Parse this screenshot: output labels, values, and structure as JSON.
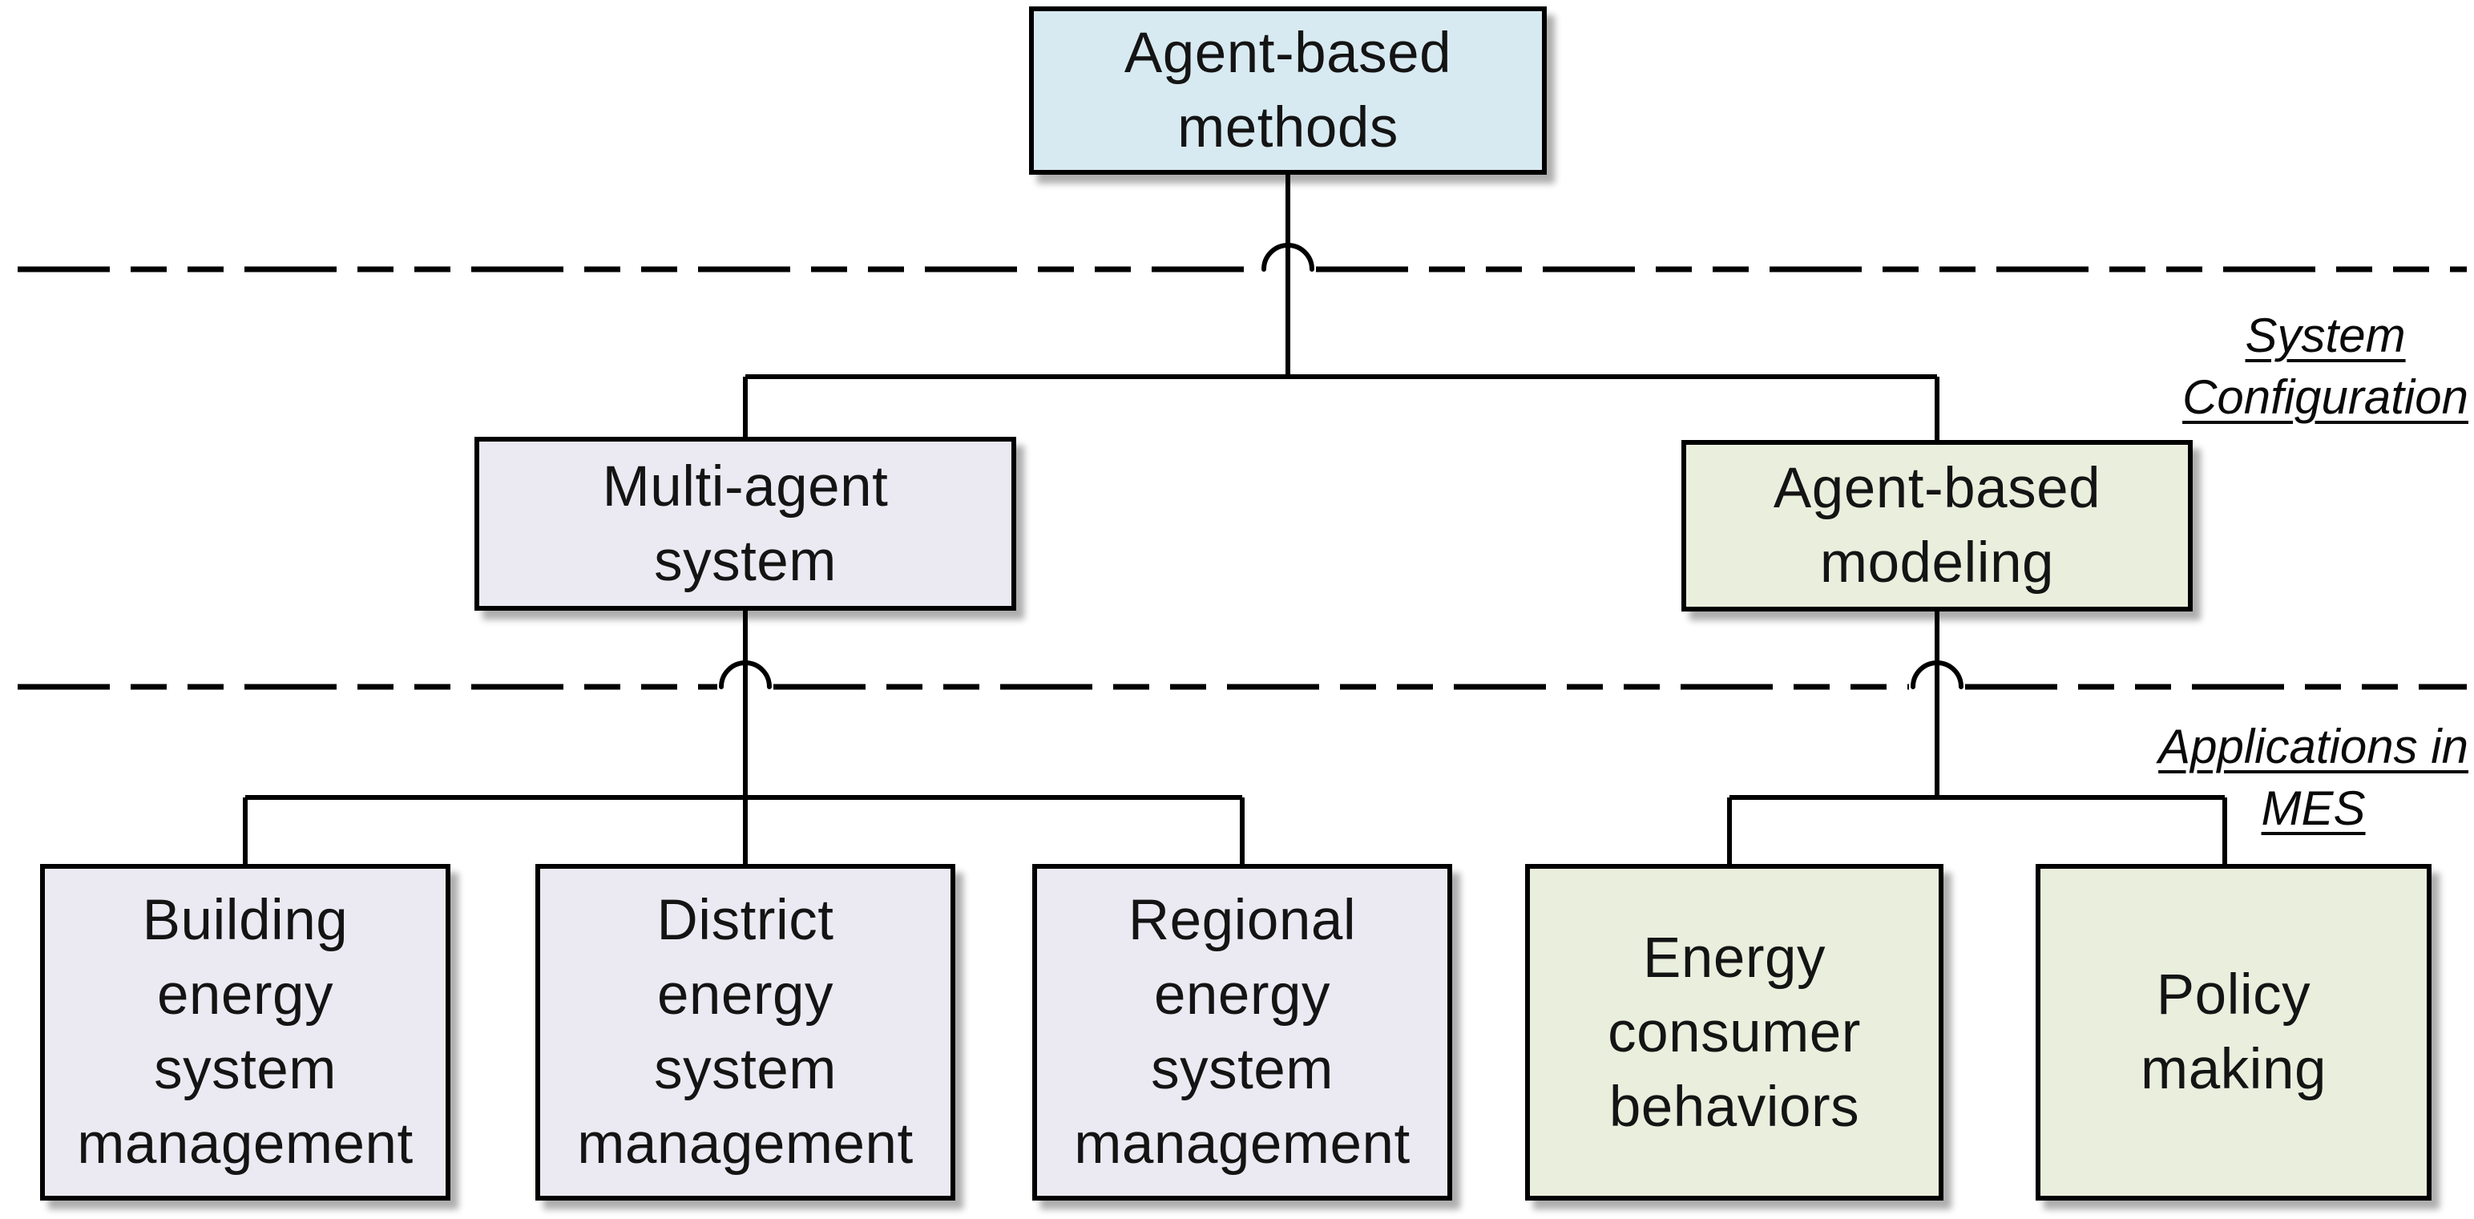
{
  "diagram": {
    "title_box": {
      "label": "Agent-based methods",
      "lines": [
        "Agent-based",
        "methods"
      ],
      "fill": "#d8eaf1"
    },
    "branches": [
      {
        "label": "Multi-agent system",
        "lines": [
          "Multi-agent",
          "system"
        ],
        "fill": "#ebeaf2"
      },
      {
        "label": "Agent-based modeling",
        "lines": [
          "Agent-based",
          "modeling"
        ],
        "fill": "#eaeedd"
      }
    ],
    "mas_children": [
      {
        "label": "Building energy system management",
        "lines": [
          "Building",
          "energy",
          "system",
          "management"
        ],
        "fill": "#ebeaf2"
      },
      {
        "label": "District energy system management",
        "lines": [
          "District",
          "energy",
          "system",
          "management"
        ],
        "fill": "#ebeaf2"
      },
      {
        "label": "Regional energy system management",
        "lines": [
          "Regional",
          "energy",
          "system",
          "management"
        ],
        "fill": "#ebeaf2"
      }
    ],
    "abm_children": [
      {
        "label": "Energy consumer behaviors",
        "lines": [
          "Energy",
          "consumer",
          "behaviors"
        ],
        "fill": "#eaeedd"
      },
      {
        "label": "Policy making",
        "lines": [
          "Policy",
          "making"
        ],
        "fill": "#eaeedd"
      }
    ],
    "section_labels": [
      {
        "label": "System Configuration",
        "lines": [
          "System",
          "Configuration"
        ]
      },
      {
        "label": "Applications in MES",
        "lines": [
          "Applications in",
          "MES"
        ]
      }
    ],
    "colors": {
      "background": "#ffffff",
      "connector": "#000000",
      "box_border": "#000000",
      "fill_blue": "#d8eaf1",
      "fill_purple": "#ebeaf2",
      "fill_green": "#eaeedd"
    }
  }
}
